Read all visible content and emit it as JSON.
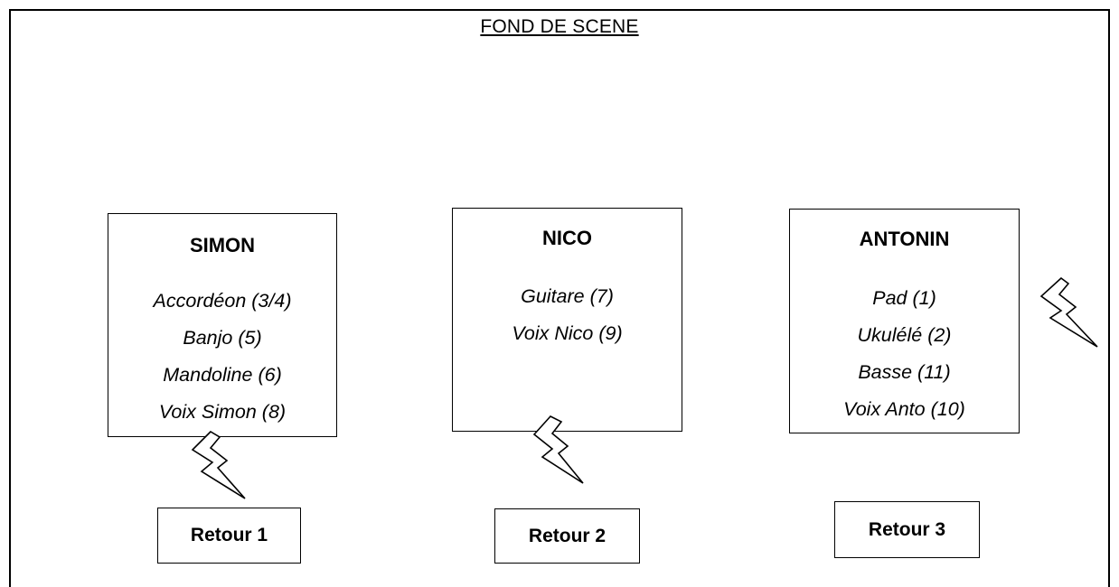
{
  "stage": {
    "title": "FOND DE SCENE"
  },
  "musicians": [
    {
      "name": "SIMON",
      "instruments": [
        "Accordéon (3/4)",
        "Banjo (5)",
        "Mandoline (6)",
        "Voix Simon (8)"
      ]
    },
    {
      "name": "NICO",
      "instruments": [
        "Guitare (7)",
        "Voix Nico (9)"
      ]
    },
    {
      "name": "ANTONIN",
      "instruments": [
        "Pad (1)",
        "Ukulélé (2)",
        "Basse (11)",
        "Voix Anto (10)"
      ]
    }
  ],
  "monitors": [
    {
      "label": "Retour 1"
    },
    {
      "label": "Retour 2"
    },
    {
      "label": "Retour 3"
    }
  ],
  "icons": {
    "power": "lightning-bolt-icon"
  },
  "colors": {
    "stroke": "#000000",
    "background": "#ffffff"
  }
}
